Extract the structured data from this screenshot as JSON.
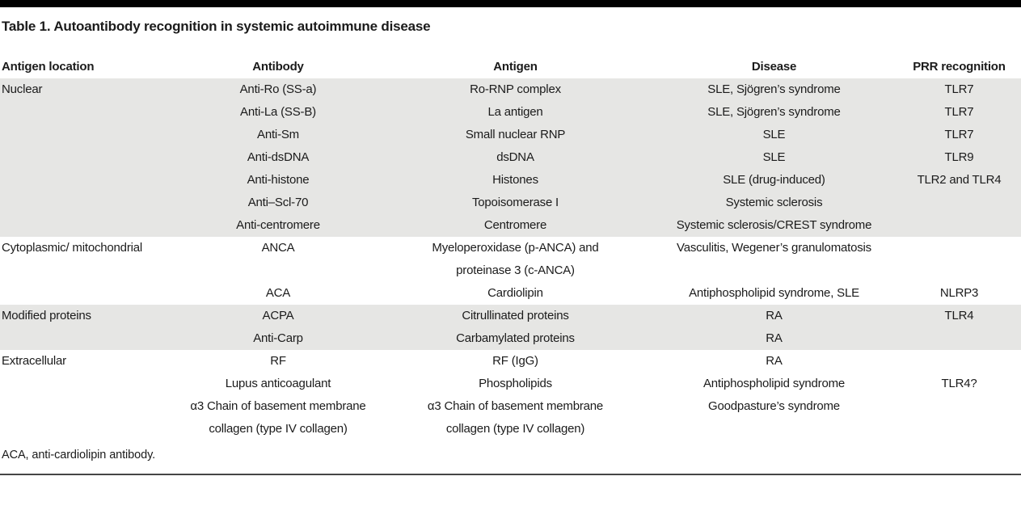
{
  "table": {
    "title": "Table 1. Autoantibody recognition in systemic autoimmune disease",
    "columns": [
      "Antigen location",
      "Antibody",
      "Antigen",
      "Disease",
      "PRR recognition"
    ],
    "rows": [
      {
        "location": "Nuclear",
        "antibody": "Anti-Ro (SS-a)",
        "antigen": "Ro-RNP complex",
        "disease": "SLE, Sjögren’s syndrome",
        "prr": "TLR7"
      },
      {
        "location": "",
        "antibody": "Anti-La (SS-B)",
        "antigen": "La antigen",
        "disease": "SLE, Sjögren’s syndrome",
        "prr": "TLR7"
      },
      {
        "location": "",
        "antibody": "Anti-Sm",
        "antigen": "Small nuclear RNP",
        "disease": "SLE",
        "prr": "TLR7"
      },
      {
        "location": "",
        "antibody": "Anti-dsDNA",
        "antigen": "dsDNA",
        "disease": "SLE",
        "prr": "TLR9"
      },
      {
        "location": "",
        "antibody": "Anti-histone",
        "antigen": "Histones",
        "disease": "SLE (drug-induced)",
        "prr": "TLR2 and TLR4"
      },
      {
        "location": "",
        "antibody": "Anti–Scl-70",
        "antigen": "Topoisomerase I",
        "disease": "Systemic sclerosis",
        "prr": ""
      },
      {
        "location": "",
        "antibody": "Anti-centromere",
        "antigen": "Centromere",
        "disease": "Systemic sclerosis/CREST syndrome",
        "prr": ""
      },
      {
        "location": "Cytoplasmic/ mitochondrial",
        "antibody": "ANCA",
        "antigen": "Myeloperoxidase (p-ANCA) and\nproteinase 3 (c-ANCA)",
        "disease": "Vasculitis, Wegener’s granulomatosis",
        "prr": ""
      },
      {
        "location": "",
        "antibody": "ACA",
        "antigen": "Cardiolipin",
        "disease": "Antiphospholipid syndrome, SLE",
        "prr": "NLRP3"
      },
      {
        "location": "Modified proteins",
        "antibody": "ACPA",
        "antigen": "Citrullinated proteins",
        "disease": "RA",
        "prr": "TLR4"
      },
      {
        "location": "",
        "antibody": "Anti-Carp",
        "antigen": "Carbamylated proteins",
        "disease": "RA",
        "prr": ""
      },
      {
        "location": "Extracellular",
        "antibody": "RF",
        "antigen": "RF (IgG)",
        "disease": "RA",
        "prr": ""
      },
      {
        "location": "",
        "antibody": "Lupus anticoagulant",
        "antigen": "Phospholipids",
        "disease": "Antiphospholipid syndrome",
        "prr": "TLR4?"
      },
      {
        "location": "",
        "antibody": "α3 Chain of basement membrane\ncollagen (type IV collagen)",
        "antigen": "α3 Chain of basement membrane\ncollagen (type IV collagen)",
        "disease": "Goodpasture’s syndrome",
        "prr": ""
      }
    ],
    "footnote": "ACA, anti-cardiolipin antibody.",
    "colors": {
      "shaded_row_bg": "#e6e6e4",
      "rule_black": "#010101",
      "text": "#1b1b1b"
    }
  }
}
